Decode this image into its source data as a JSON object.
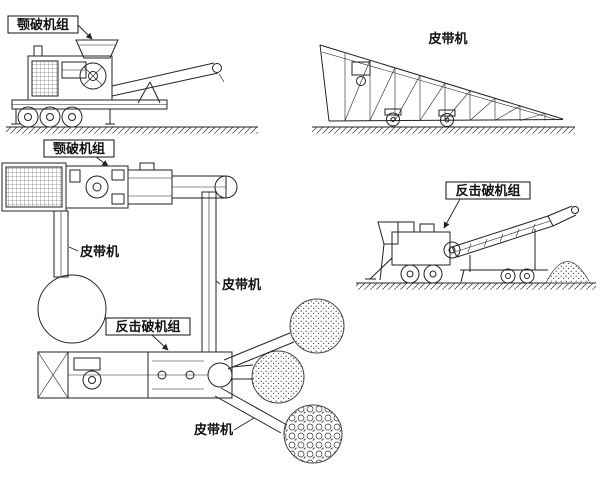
{
  "diagram": {
    "labels": {
      "jaw_unit_side": "颚破机组",
      "belt_conveyor_top": "皮带机",
      "jaw_unit_plan": "颚破机组",
      "impact_unit_side": "反击破机组",
      "belt_conveyor_left": "皮带机",
      "belt_conveyor_middle": "皮带机",
      "impact_unit_plan": "反击破机组",
      "belt_conveyor_bottom": "皮带机"
    },
    "colors": {
      "line": "#222222",
      "background": "#ffffff"
    }
  }
}
